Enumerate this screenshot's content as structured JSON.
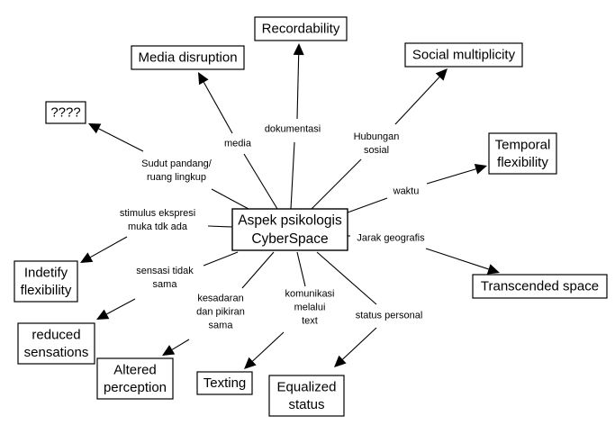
{
  "center": {
    "lines": [
      "Aspek psikologis",
      "CyberSpace"
    ]
  },
  "nodes": [
    {
      "id": "recordability",
      "lines": [
        "Recordability"
      ]
    },
    {
      "id": "media-disruption",
      "lines": [
        "Media disruption"
      ]
    },
    {
      "id": "social-multiplicity",
      "lines": [
        "Social multiplicity"
      ]
    },
    {
      "id": "unknown",
      "lines": [
        "????"
      ]
    },
    {
      "id": "temporal-flexibility",
      "lines": [
        "Temporal",
        "flexibility"
      ]
    },
    {
      "id": "indetify-flexibility",
      "lines": [
        "Indetify",
        "flexibility"
      ]
    },
    {
      "id": "transcended-space",
      "lines": [
        "Transcended space"
      ]
    },
    {
      "id": "reduced-sensations",
      "lines": [
        "reduced",
        "sensations"
      ]
    },
    {
      "id": "altered-perception",
      "lines": [
        "Altered",
        "perception"
      ]
    },
    {
      "id": "texting",
      "lines": [
        "Texting"
      ]
    },
    {
      "id": "equalized-status",
      "lines": [
        "Equalized",
        "status"
      ]
    }
  ],
  "edges": [
    {
      "target": "recordability",
      "label": [
        "dokumentasi"
      ]
    },
    {
      "target": "media-disruption",
      "label": [
        "media"
      ]
    },
    {
      "target": "social-multiplicity",
      "label": [
        "Hubungan",
        "sosial"
      ]
    },
    {
      "target": "unknown",
      "label": [
        "Sudut pandang/",
        "ruang lingkup"
      ]
    },
    {
      "target": "temporal-flexibility",
      "label": [
        "waktu"
      ]
    },
    {
      "target": "indetify-flexibility",
      "label": [
        "stimulus ekspresi",
        "muka tdk ada"
      ]
    },
    {
      "target": "transcended-space",
      "label": [
        "Jarak geografis"
      ]
    },
    {
      "target": "reduced-sensations",
      "label": [
        "sensasi tidak",
        "sama"
      ]
    },
    {
      "target": "altered-perception",
      "label": [
        "kesadaran",
        "dan pikiran",
        "sama"
      ]
    },
    {
      "target": "texting",
      "label": [
        "komunikasi",
        "melalui",
        "text"
      ]
    },
    {
      "target": "equalized-status",
      "label": [
        "status personal"
      ]
    }
  ]
}
